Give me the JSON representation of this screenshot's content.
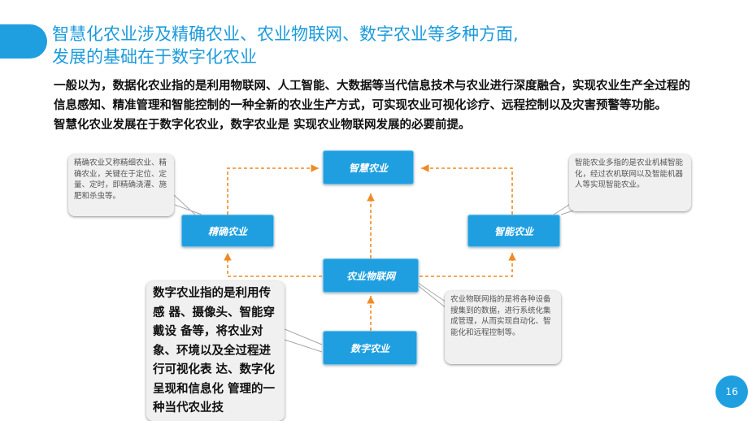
{
  "slide": {
    "title_line1": "智慧化农业涉及精确农业、农业物联网、数字农业等多种方面,",
    "title_line2": "发展的基础在于数字化农业",
    "paragraph1": "一般以为，数据化农业指的是利用物联网、人工智能、大数据等当代信息技术与农业进行深度融合，实现农业生产全过程的信息感知、精准管理和智能控制的一种全新的农业生产方式，可实现农业可视化诊疗、远程控制以及灾害预警等功能。",
    "paragraph2": "智慧化农业发展在于数字化农业，数字农业是 实现农业物联网发展的必要前提。",
    "page_number": "16"
  },
  "diagram": {
    "nodes": {
      "smart": "智慧农业",
      "precise": "精确农业",
      "intelligent": "智能农业",
      "iot": "农业物联网",
      "digital": "数字农业"
    },
    "notes": {
      "precise": "精确农业又称精细农业、精确农业，关键在于定位、定量、定时，即精确浇灌、施肥和杀虫等。",
      "intelligent": "智能农业多指的是农业机械智能化，经过农机联网以及智能机器人等实现智能农业。",
      "iot": "农业物联网指的是将各种设备搜集到的数据，进行系统化集成管理，从而实现自动化、智能化和远程控制等。",
      "digital": "数字农业指的是利用传感 器、摄像头、智能穿戴设 备等，将农业对象、环境以及全过程进行可视化表 达、数字化呈现和信息化 管理的一种当代农业技"
    },
    "colors": {
      "accent": "#1f9fe0",
      "arrow": "#f08a24"
    }
  }
}
